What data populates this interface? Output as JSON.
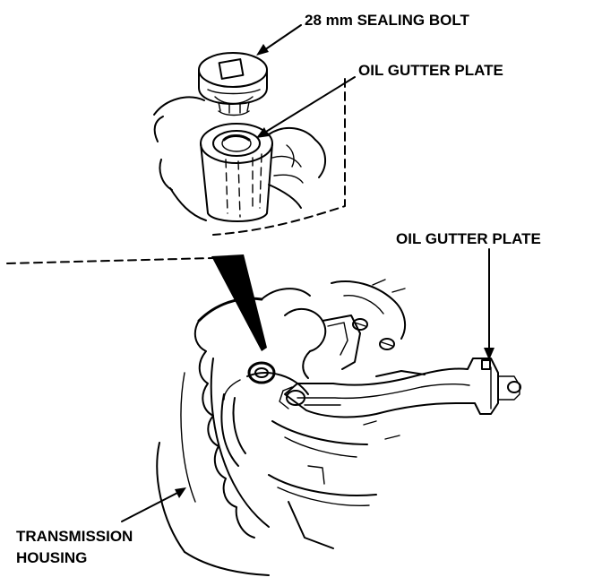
{
  "labels": {
    "sealing_bolt": "28 mm SEALING BOLT",
    "oil_gutter_plate_top": "OIL GUTTER PLATE",
    "oil_gutter_plate_right": "OIL GUTTER PLATE",
    "transmission_housing_line1": "TRANSMISSION",
    "transmission_housing_line2": "HOUSING"
  },
  "colors": {
    "ink": "#000000",
    "background": "#ffffff"
  }
}
